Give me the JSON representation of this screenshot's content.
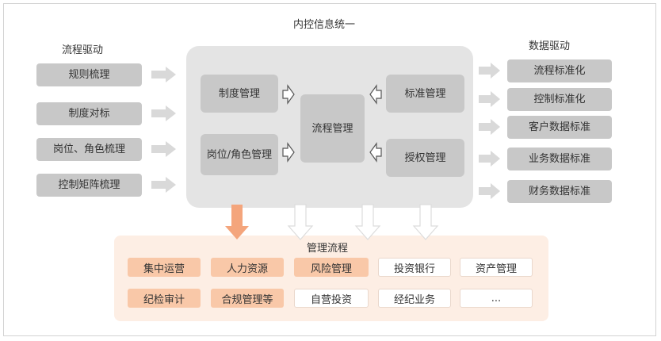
{
  "title": "内控信息统一",
  "left": {
    "heading": "流程驱动",
    "items": [
      "规则梳理",
      "制度对标",
      "岗位、角色梳理",
      "控制矩阵梳理"
    ]
  },
  "right": {
    "heading": "数据驱动",
    "items": [
      "流程标准化",
      "控制标准化",
      "客户数据标准",
      "业务数据标准",
      "财务数据标准"
    ]
  },
  "center": {
    "system": "制度管理",
    "roles": "岗位/角色管理",
    "process": "流程管理",
    "standards": "标准管理",
    "authorization": "授权管理"
  },
  "bottom": {
    "heading": "管理流程",
    "items": [
      {
        "label": "集中运营",
        "highlighted": true
      },
      {
        "label": "人力资源",
        "highlighted": true
      },
      {
        "label": "风险管理",
        "highlighted": true
      },
      {
        "label": "投资银行",
        "highlighted": false
      },
      {
        "label": "资产管理",
        "highlighted": false
      },
      {
        "label": "纪检审计",
        "highlighted": true
      },
      {
        "label": "合规管理等",
        "highlighted": true
      },
      {
        "label": "自营投资",
        "highlighted": false
      },
      {
        "label": "经纪业务",
        "highlighted": false
      },
      {
        "label": "...",
        "highlighted": false
      }
    ]
  },
  "colors": {
    "gray_box": "#c8c8c8",
    "panel": "#e4e4e4",
    "arrow_gray": "#d9d9d9",
    "orange_arrow": "#f4a57c",
    "bottom_panel": "#fdeee4",
    "highlight_box": "#f9c8a8"
  }
}
